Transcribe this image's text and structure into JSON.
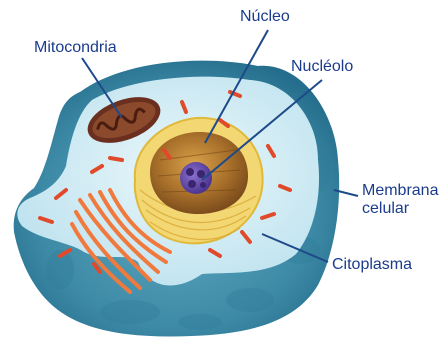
{
  "labels": {
    "nucleus": "Núcleo",
    "nucleolus": "Nucléolo",
    "mitochondria": "Mitocondria",
    "membrane_line1": "Membrana",
    "membrane_line2": "celular",
    "cytoplasm": "Citoplasma"
  },
  "colors": {
    "label_text": "#1b3c8c",
    "leader_line": "#1e4a8a",
    "membrane": "#3d8aa6",
    "cytoplasm": "#cbe9f3",
    "nuclear_envelope": "#f2d772",
    "nucleus_interior": "#9a6a2a",
    "nucleolus": "#6b4fb0",
    "mitochondria": "#6b2f1f",
    "golgi": "#f07a3e",
    "organelle_dashes": "#e04a2a"
  }
}
